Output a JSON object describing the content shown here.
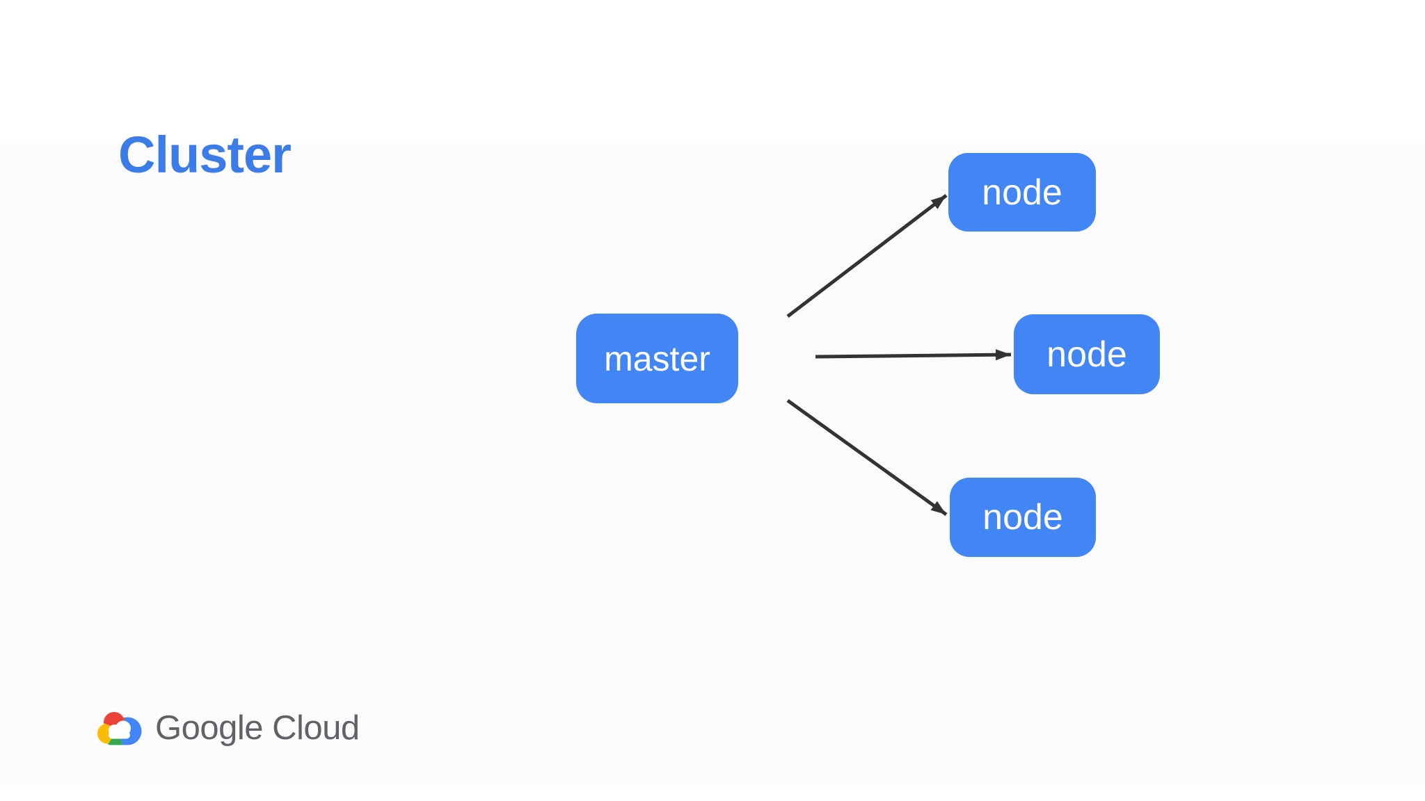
{
  "slide": {
    "title": "Cluster",
    "diagram": {
      "master": {
        "label": "master"
      },
      "nodes": [
        {
          "label": "node"
        },
        {
          "label": "node"
        },
        {
          "label": "node"
        }
      ]
    },
    "footer": {
      "logo_text": "Google Cloud"
    }
  },
  "colors": {
    "title": "#3C7CE8",
    "box": "#4285F4",
    "box_text": "#FFFFFF",
    "arrow": "#333333",
    "logo_text": "#5F6368",
    "logo_blue": "#4285F4",
    "logo_red": "#EA4335",
    "logo_yellow": "#FBBC05",
    "logo_green": "#34A853"
  }
}
